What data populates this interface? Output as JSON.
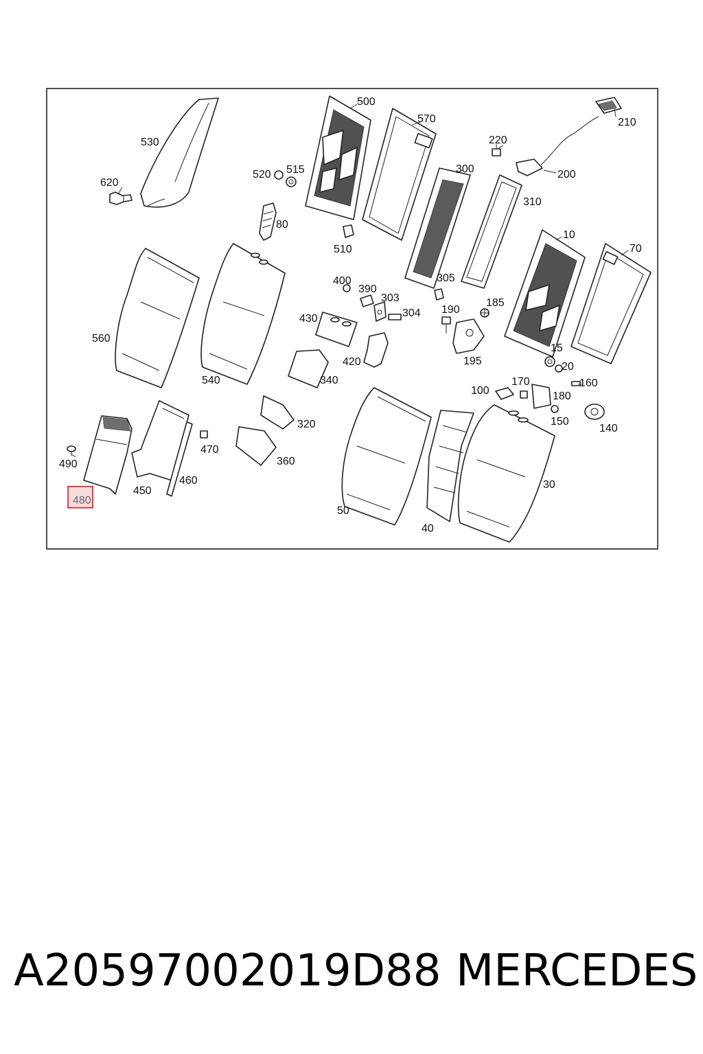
{
  "diagram": {
    "labels": {
      "p10": "10",
      "p15": "15",
      "p20": "20",
      "p30": "30",
      "p40": "40",
      "p50": "50",
      "p70": "70",
      "p80": "80",
      "p100": "100",
      "p140": "140",
      "p150": "150",
      "p160": "160",
      "p170": "170",
      "p180": "180",
      "p185": "185",
      "p190": "190",
      "p195": "195",
      "p200": "200",
      "p210": "210",
      "p220": "220",
      "p300": "300",
      "p303": "303",
      "p304": "304",
      "p305": "305",
      "p310": "310",
      "p320": "320",
      "p340": "340",
      "p360": "360",
      "p390": "390",
      "p400": "400",
      "p420": "420",
      "p430": "430",
      "p450": "450",
      "p460": "460",
      "p470": "470",
      "p480": "480",
      "p490": "490",
      "p500": "500",
      "p510": "510",
      "p515": "515",
      "p520": "520",
      "p530": "530",
      "p540": "540",
      "p560": "560",
      "p570": "570",
      "p620": "620"
    },
    "highlighted_part": "480",
    "highlight_color": "#e03030"
  },
  "footer": {
    "part_number": "A20597002019D88",
    "brand": "MERCEDES"
  }
}
